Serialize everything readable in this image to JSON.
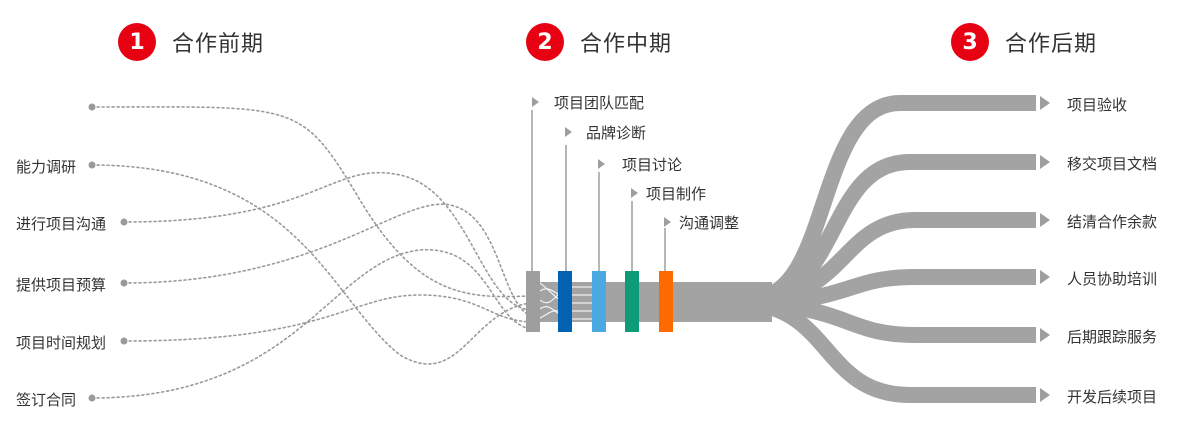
{
  "phases": [
    {
      "number": "1",
      "title": "合作前期"
    },
    {
      "number": "2",
      "title": "合作中期"
    },
    {
      "number": "3",
      "title": "合作后期"
    }
  ],
  "left_items": [
    "",
    "能力调研",
    "进行项目沟通",
    "提供项目预算",
    "项目时间规划",
    "签订合同"
  ],
  "middle_items": [
    "项目团队匹配",
    "品牌诊断",
    "项目讨论",
    "项目制作",
    "沟通调整"
  ],
  "right_items": [
    "项目验收",
    "移交项目文档",
    "结清合作余款",
    "人员协助培训",
    "后期跟踪服务",
    "开发后续项目"
  ],
  "colors": {
    "accent": "#e60012",
    "flow_gray": "#a3a3a3",
    "bar_gray": "#9e9e9e",
    "bar_blue_dark": "#0062b1",
    "bar_blue_light": "#4aa9e0",
    "bar_green": "#0e9b78",
    "bar_orange": "#ff6a00"
  }
}
